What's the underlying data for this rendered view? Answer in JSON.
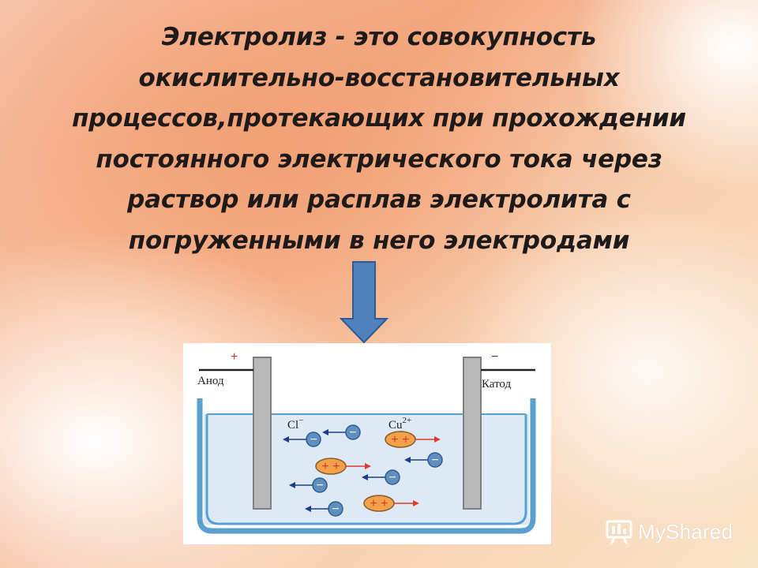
{
  "slide": {
    "title_lines": [
      "Электролиз - это совокупность",
      "окислительно-восстановительных",
      "процессов,протекающих при прохождении",
      "постоянного электрического тока через",
      "раствор или расплав электролита с",
      "погруженными в него электродами"
    ]
  },
  "diagram": {
    "anode_label": "Анод",
    "anode_sign": "+",
    "cathode_label": "Катод",
    "cathode_sign": "−",
    "anion_label": "Cl",
    "anion_charge": "−",
    "cation_label": "Cu",
    "cation_charge": "2+",
    "anion_symbol": "−",
    "cation_symbol": "+ +",
    "colors": {
      "solution": "#ddeaf5",
      "vessel": "#5aa0cf",
      "electrode": "#b9b9b9",
      "anion": "#5f8fbf",
      "cation": "#f2a14a",
      "anion_arrow": "#1f3c8a",
      "cation_arrow": "#e23a2a"
    }
  },
  "watermark": {
    "text": "MyShared"
  }
}
